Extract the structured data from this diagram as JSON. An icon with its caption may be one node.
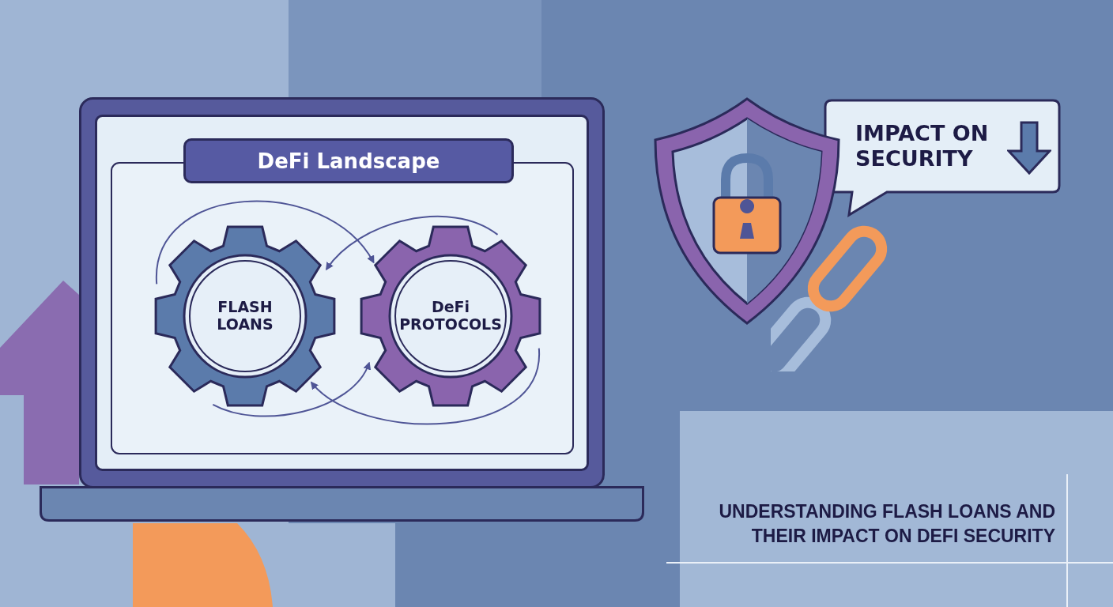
{
  "diagram": {
    "title": "UNDERSTANDING FLASH LOANS AND THEIR IMPACT ON DEFI SECURITY",
    "nodes": [
      {
        "text": [
          "DeFi Landscape"
        ]
      },
      {
        "text": [
          "FLASH LOANS"
        ]
      },
      {
        "text": [
          "DeFi PROTOCOLS"
        ]
      },
      {
        "text": [
          "IMPACT ON SECURITY"
        ]
      }
    ],
    "edges": [
      {
        "from": 1,
        "to": 2,
        "arrow": "to"
      },
      {
        "from": 2,
        "to": 1,
        "arrow": "to"
      },
      {
        "from": 1,
        "to": 2,
        "arrow": "to"
      },
      {
        "from": 2,
        "to": 1,
        "arrow": "to"
      }
    ]
  }
}
